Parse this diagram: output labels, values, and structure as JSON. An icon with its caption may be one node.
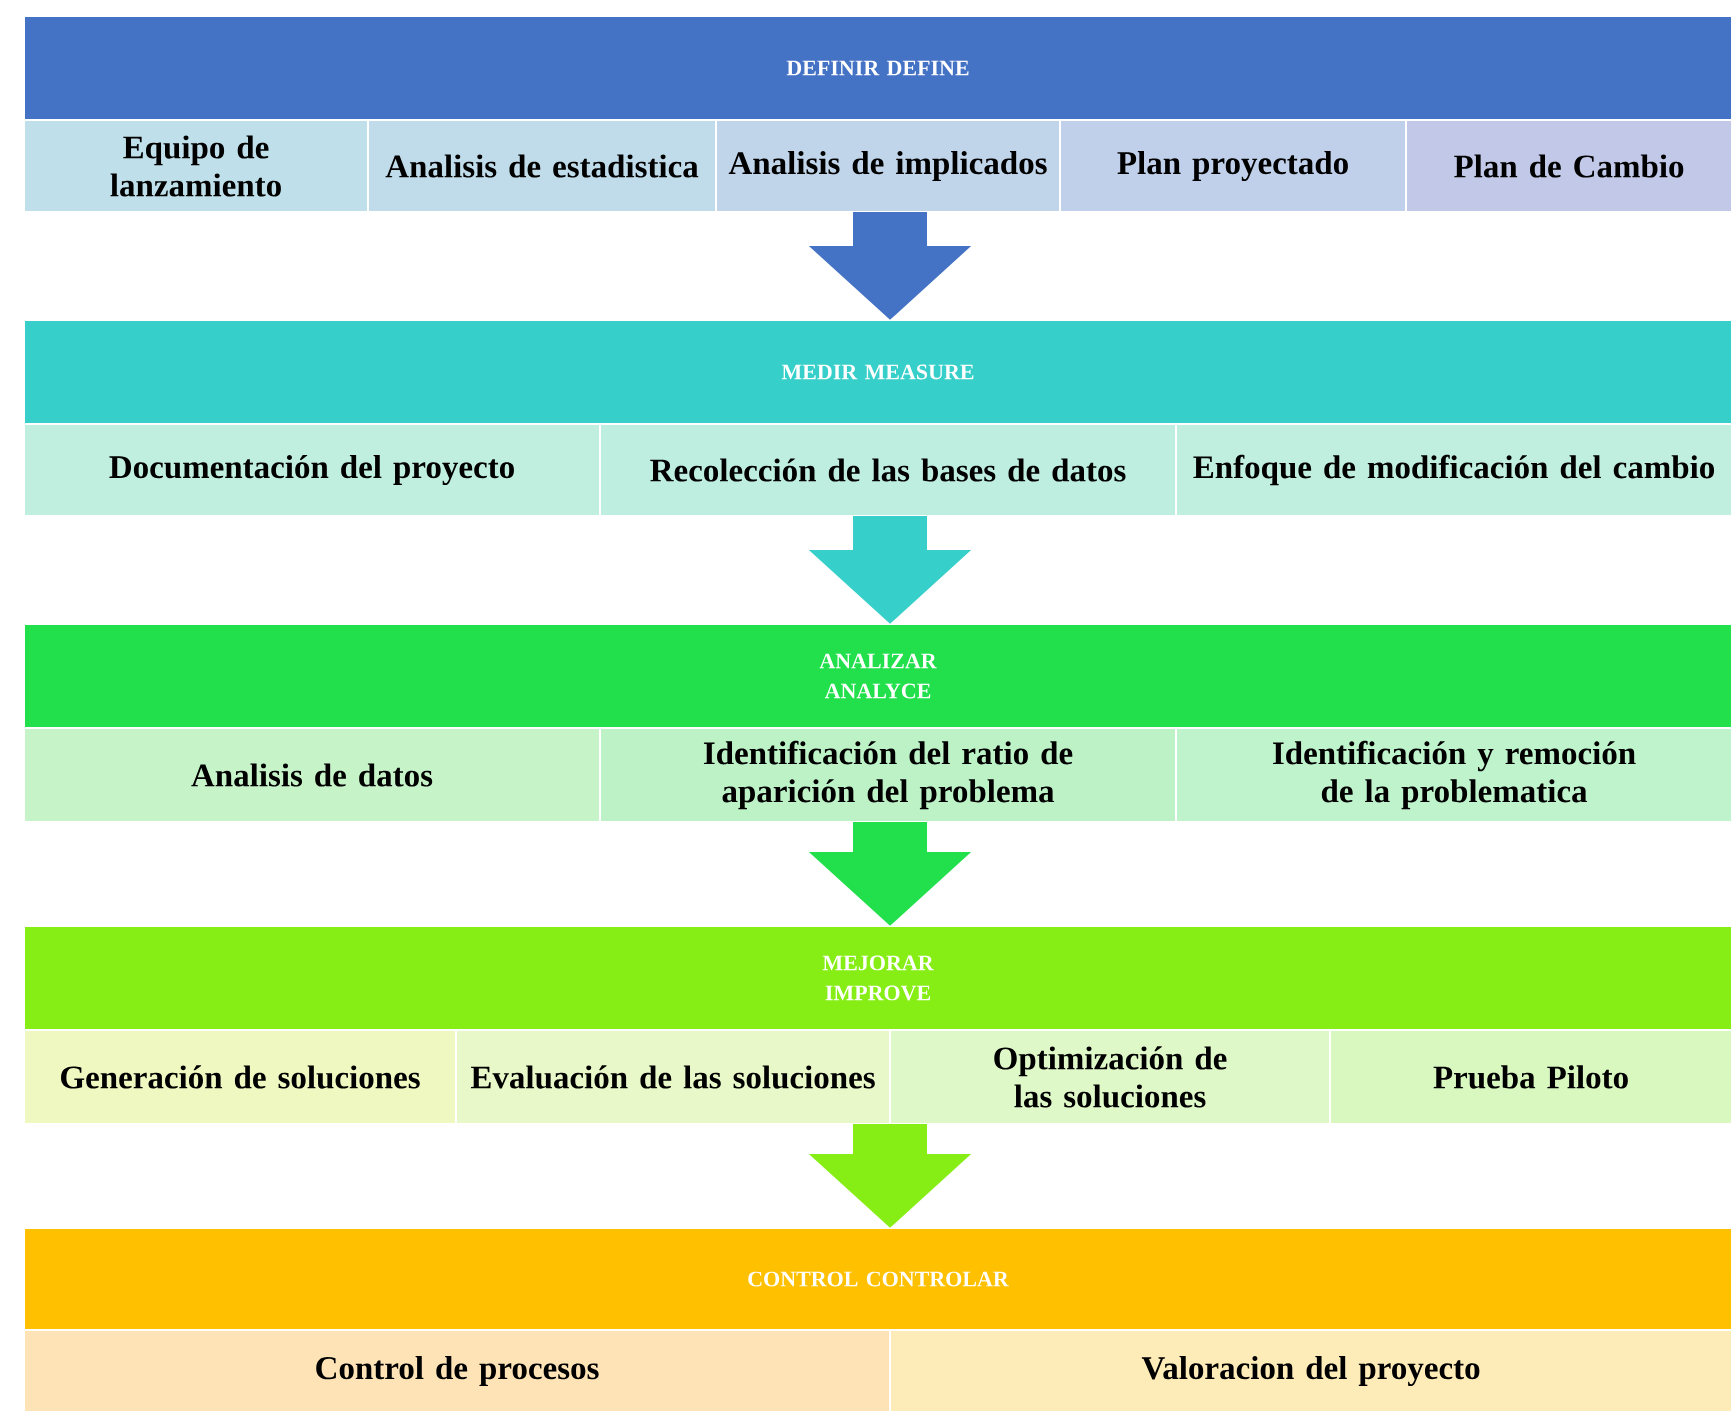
{
  "diagram": {
    "nodes": [
      {
        "text": [
          "DEFINIR DEFINE"
        ]
      },
      {
        "text": [
          "Equipo de lanzamiento"
        ]
      },
      {
        "text": [
          "Analisis de estadistica"
        ]
      },
      {
        "text": [
          "Analisis de implicados"
        ]
      },
      {
        "text": [
          "Plan proyectado"
        ]
      },
      {
        "text": [
          "Plan de Cambio"
        ]
      },
      {
        "text": [
          "MEDIR MEASURE"
        ]
      },
      {
        "text": [
          "Documentación del proyecto"
        ]
      },
      {
        "text": [
          "Recolección de las bases de datos"
        ]
      },
      {
        "text": [
          "Enfoque de modificación del cambio"
        ]
      },
      {
        "text": [
          "ANALIZAR ANALYCE"
        ]
      },
      {
        "text": [
          "Analisis de datos"
        ]
      },
      {
        "text": [
          "Identificación del ratio de aparición del problema"
        ]
      },
      {
        "text": [
          "Identificación y remoción de la problematica"
        ]
      },
      {
        "text": [
          "MEJORAR IMPROVE"
        ]
      },
      {
        "text": [
          "Generación de soluciones"
        ]
      },
      {
        "text": [
          "Evaluación de las soluciones"
        ]
      },
      {
        "text": [
          "Optimización de las soluciones"
        ]
      },
      {
        "text": [
          "Prueba Piloto"
        ]
      },
      {
        "text": [
          "CONTROL CONTROLAR"
        ]
      },
      {
        "text": [
          "Control de procesos"
        ]
      },
      {
        "text": [
          "Valoracion del proyecto"
        ]
      }
    ],
    "edges": [
      {
        "from": 3,
        "to": 6,
        "arrow": "to",
        "color": "#4472c4"
      },
      {
        "from": 8,
        "to": 10,
        "arrow": "to",
        "color": "#36cfc9"
      },
      {
        "from": 12,
        "to": 14,
        "arrow": "to",
        "color": "#22e04c"
      },
      {
        "from": 17,
        "to": 19,
        "arrow": "to",
        "color": "#86ee15"
      }
    ]
  }
}
